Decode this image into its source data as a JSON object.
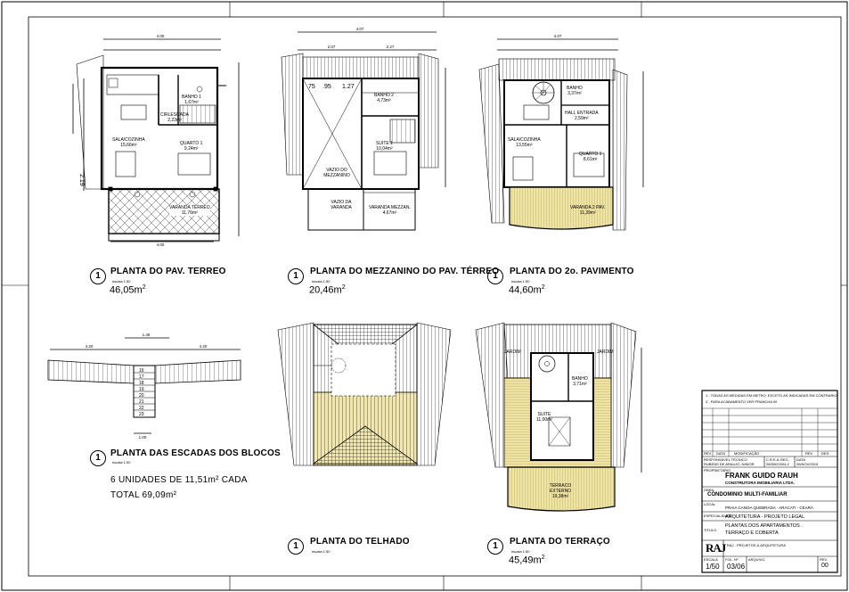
{
  "plans": [
    {
      "num": "1",
      "title": "PLANTA DO PAV. TERREO",
      "scale": "escala 1:50",
      "area": "46,05m",
      "rooms": [
        {
          "name": "BANHO 1",
          "area": "1,67m²"
        },
        {
          "name": "CIRLESCADA",
          "area": "2,23m²"
        },
        {
          "name": "SALA/COZINHA",
          "area": "15,66m²"
        },
        {
          "name": "QUARTO 1",
          "area": "9,24m²"
        },
        {
          "name": "VARANDA TERREO",
          "area": "11,76m²"
        }
      ]
    },
    {
      "num": "1",
      "title": "PLANTA DO MEZZANINO DO PAV. TÉRREO",
      "scale": "escala 1:50",
      "area": "20,46m",
      "rooms": [
        {
          "name": "BANHO 2",
          "area": "4,73m²"
        },
        {
          "name": "SUITE 1",
          "area": "10,04m²"
        },
        {
          "name": "VAZIO DO MEZZANINO",
          "area": ""
        },
        {
          "name": "VAZIO DA VARANDA",
          "area": ""
        },
        {
          "name": "VARANDA MEZZAN.",
          "area": "4,67m²"
        }
      ]
    },
    {
      "num": "1",
      "title": "PLANTA DO 2o. PAVIMENTO",
      "scale": "escala 1:50",
      "area": "44,60m",
      "rooms": [
        {
          "name": "BANHO",
          "area": "3,37m²"
        },
        {
          "name": "HALL ENTRADA",
          "area": "2,59m²"
        },
        {
          "name": "SALA/COZINHA",
          "area": "13,55m²"
        },
        {
          "name": "QUARTO 1",
          "area": "8,61m²"
        },
        {
          "name": "VARANDA 2 PAV.",
          "area": "11,39m²"
        }
      ]
    },
    {
      "num": "1",
      "title": "PLANTA DAS ESCADAS DOS BLOCOS",
      "scale": "escala 1:50",
      "area": ""
    },
    {
      "num": "1",
      "title": "PLANTA DO TELHADO",
      "scale": "escala 1:50",
      "area": ""
    },
    {
      "num": "1",
      "title": "PLANTA DO TERRAÇO",
      "scale": "escala 1:50",
      "area": "45,49m",
      "rooms": [
        {
          "name": "JARDIM",
          "area": ""
        },
        {
          "name": "JARDIM",
          "area": ""
        },
        {
          "name": "BANHO",
          "area": "3,71m²"
        },
        {
          "name": "SUITE",
          "area": "11,00m²"
        },
        {
          "name": "TERRACO EXTERNO",
          "area": "19,38m²"
        }
      ]
    }
  ],
  "dims": {
    "terreo_top": "4.00",
    "terreo_bottom": "4.00",
    "terreo_left": "2.19",
    "mezz_top": "4.07",
    "mezz_row": [
      "2.07",
      "2.27"
    ],
    "mezz_seg": [
      "75",
      ".95",
      "1.27"
    ],
    "pav2_top": "4.07",
    "stairs_top": "1.46",
    "stairs_left": "4.20",
    "stairs_right": "4.20",
    "stairs_bottom": "1.00"
  },
  "stair_steps": [
    "16",
    "17",
    "18",
    "19",
    "20",
    "21",
    "22",
    "23"
  ],
  "units_summary": {
    "line1": "6 UNIDADES DE 11,51m² CADA",
    "line2": "TOTAL 69,09m²"
  },
  "notes": {
    "n1": "1 - TODAS AS MEDIDAS EM METRO, EXCETO AS INDICADAS EM CONTRARIO",
    "n2": "2 - PARA ACABAMENTO VER PRANCHA 00"
  },
  "title_block": {
    "header_cols": [
      "REV.",
      "DATA",
      "MODIFICAÇÃO",
      "REV.",
      "DES."
    ],
    "resp_label": "RESPONSÁVEL TÉCNICO",
    "resp_name": "RUBENS DE ARAUJO JUNIOR",
    "crea_label": "C.R.E.A.",
    "crea_reg": "REG.",
    "crea_num": "2605022004-2",
    "date_label": "DATA",
    "date": "26/NOV/2015",
    "owner_label": "PROPRIETÁRIO",
    "owner": "FRANK GUIDO RAUH",
    "owner_co": "CONSTRUTORA IMOBILIÁRIA LTDA.",
    "obra_label": "OBRA",
    "obra": "CONDOMINIO MULTI-FAMILIAR",
    "local_label": "LOCAL",
    "local": "PRAIA CANOA QUEBRADA - ARACATI - CEARÁ",
    "spec_label": "ESPECIALIDADE",
    "spec": "ARQUITETURA - PROJETO LEGAL",
    "titulo_label": "TITULO",
    "titulo1": "PLANTAS DOS APARTAMENTOS .",
    "titulo2": "TERRAÇO E COBERTA",
    "logo": "RAJ",
    "firm": "RAJ - PROJETOS & ARQUITETURA",
    "escala_label": "ESCALA",
    "escala": "1/50",
    "folha_label": "FOL. Nº",
    "folha": "03/06",
    "arquivo_label": "ARQUIVO",
    "rev_label": "REV.",
    "rev": "00"
  },
  "colors": {
    "hatch_yellow": "#efe4a6",
    "line": "#000000"
  }
}
